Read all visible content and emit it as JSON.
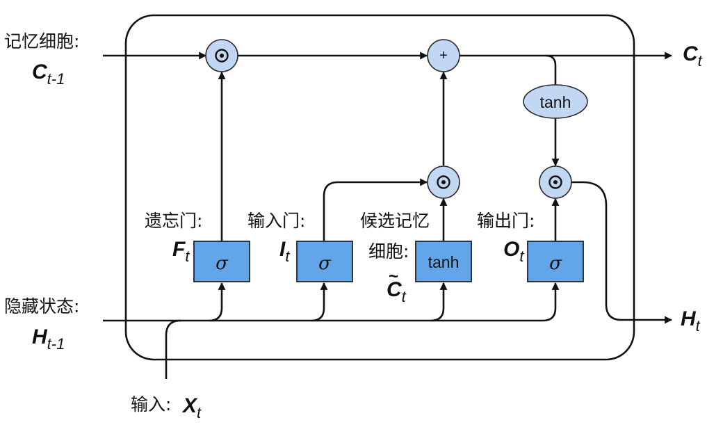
{
  "colors": {
    "node_fill": "#c2d8f2",
    "gate_fill": "#62a6e9",
    "line": "#111111"
  },
  "icons": {
    "multiply": "circled-dot-icon",
    "add": "plus-icon"
  },
  "labels": {
    "memory_cell": {
      "text": "记忆细胞:",
      "var": "C",
      "sub": "t-1"
    },
    "hidden_state": {
      "text": "隐藏状态:",
      "var": "H",
      "sub": "t-1"
    },
    "input": {
      "text": "输入:",
      "var": "X",
      "sub": "t"
    },
    "forget_gate": {
      "text": "遗忘门:",
      "var": "F",
      "sub": "t"
    },
    "input_gate": {
      "text": "输入门:",
      "var": "I",
      "sub": "t"
    },
    "candidate": {
      "line1": "候选记忆",
      "line2": "细胞:",
      "tilde": "~",
      "var": "C",
      "sub": "t"
    },
    "output_gate": {
      "text": "输出门:",
      "var": "O",
      "sub": "t"
    },
    "cell_out": {
      "var": "C",
      "sub": "t"
    },
    "hidden_out": {
      "var": "H",
      "sub": "t"
    }
  },
  "ops": {
    "sigma": "σ",
    "tanh": "tanh",
    "plus": "+"
  }
}
